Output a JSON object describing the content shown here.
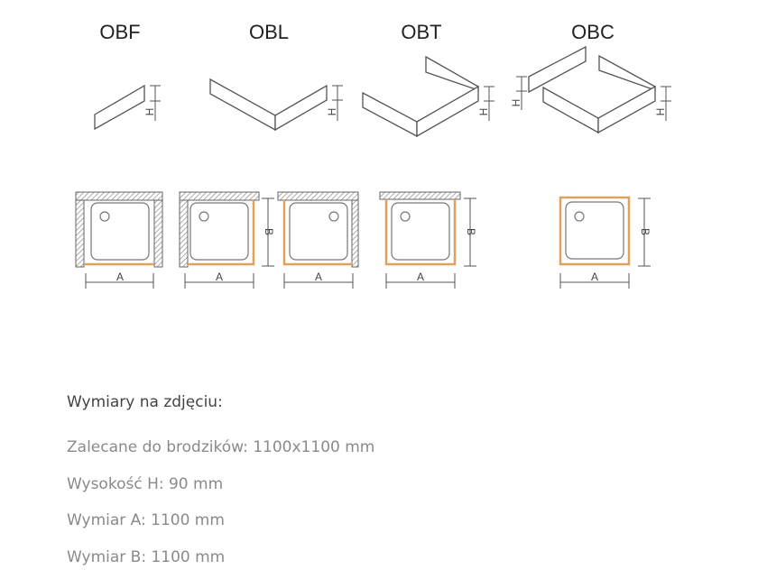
{
  "variants": [
    {
      "code": "OBF"
    },
    {
      "code": "OBL"
    },
    {
      "code": "OBT"
    },
    {
      "code": "OBC"
    }
  ],
  "dimension_labels": {
    "height": "H",
    "width": "A",
    "depth": "B"
  },
  "colors": {
    "panel_highlight": "#e0a060",
    "wall": "#888888"
  },
  "info": {
    "heading": "Wymiary na zdjęciu:",
    "lines": [
      "Zalecane do brodzików: 1100x1100 mm",
      "Wysokość H: 90 mm",
      "Wymiar A: 1100 mm",
      "Wymiar B: 1100 mm"
    ]
  }
}
